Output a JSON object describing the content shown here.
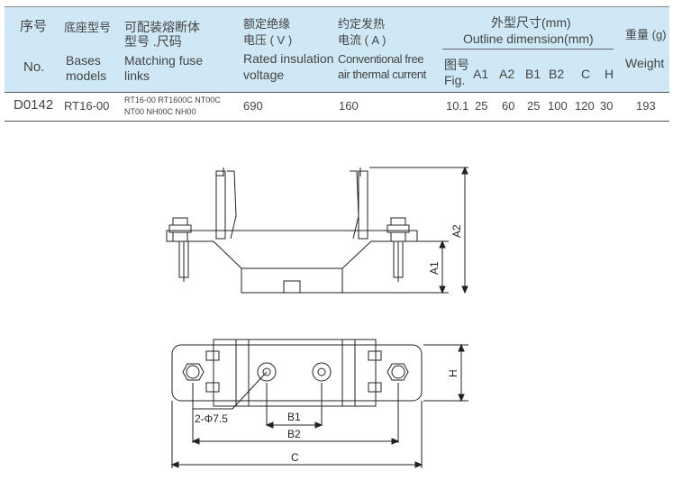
{
  "table": {
    "headers": {
      "no": {
        "cn": "序号",
        "en": "No."
      },
      "base": {
        "cn": "底座型号",
        "en1": "Bases",
        "en2": "models"
      },
      "fuse": {
        "cn1": "可配装熔断体",
        "cn2": "型号 .尺码",
        "en1": "Matching fuse",
        "en2": "links"
      },
      "voltage": {
        "cn1": "额定绝缘",
        "cn2": "电压 ( V )",
        "en1": "Rated insulation",
        "en2": "voltage"
      },
      "current": {
        "cn1": "约定发热",
        "cn2": "电流 ( A )",
        "en1": "Conventional free",
        "en2": "air thermal current"
      },
      "outline": {
        "cn": "外型尺寸(mm)",
        "en": "Outline dimension(mm)",
        "fig_cn": "图号",
        "fig_en": "Fig.",
        "cols": [
          "A1",
          "A2",
          "B1",
          "B2",
          "C",
          "H"
        ]
      },
      "weight": {
        "cn": "重量 (g)",
        "en": "Weight"
      }
    },
    "row": {
      "no": "D0142",
      "base": "RT16-00",
      "fuse1": "RT16-00  RT1600C  NT00C",
      "fuse2": "NT00 NH00C NH00",
      "voltage": "690",
      "current": "160",
      "fig": "10.1",
      "dims": [
        "25",
        "60",
        "25",
        "100",
        "120",
        "30"
      ],
      "weight": "193"
    }
  },
  "drawing": {
    "labels": {
      "a1": "A1",
      "a2": "A2",
      "h": "H",
      "hole": "2-Φ7.5",
      "b1": "B1",
      "b2": "B2",
      "c": "C"
    }
  }
}
